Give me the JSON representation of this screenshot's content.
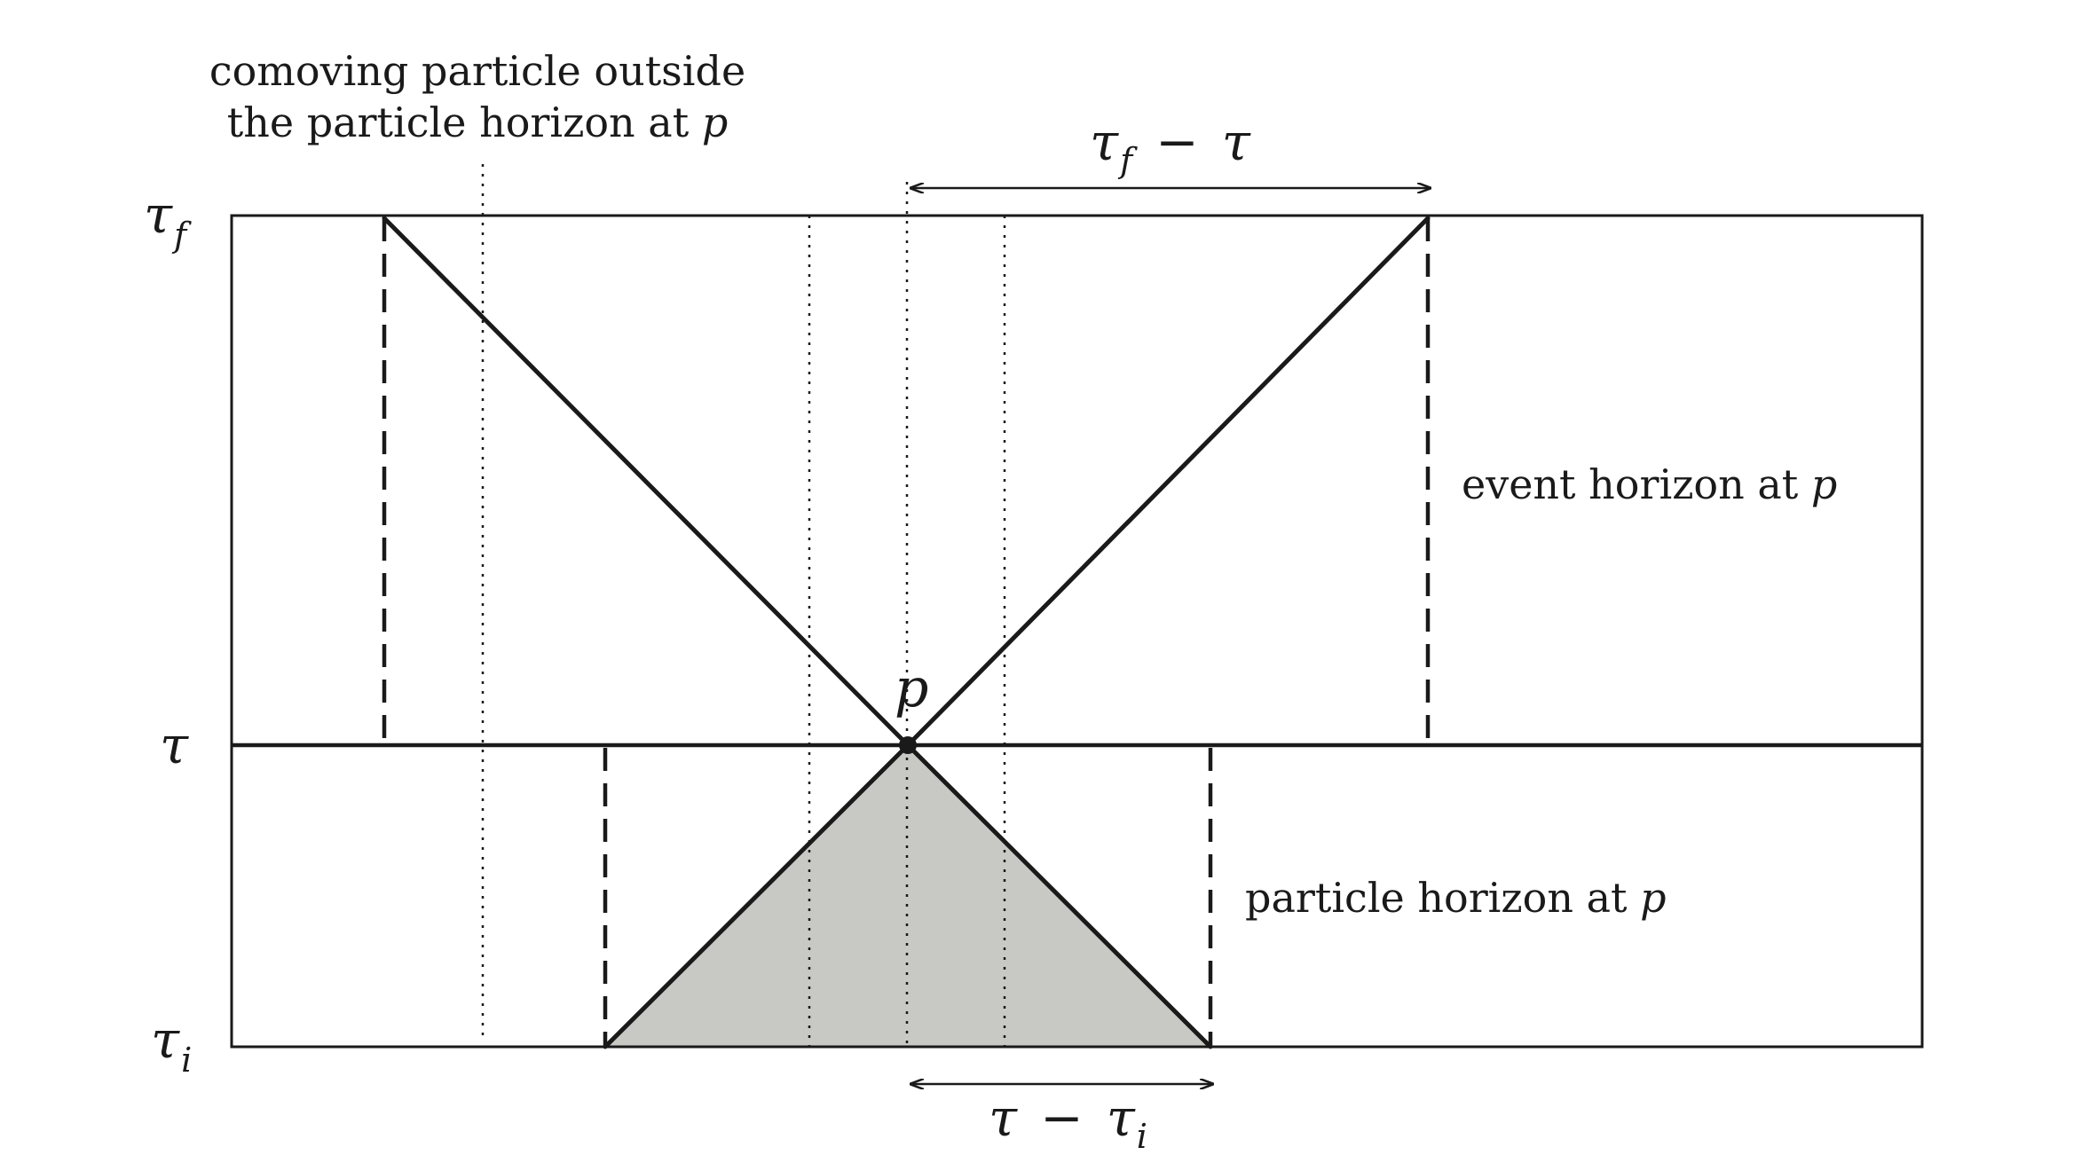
{
  "diagram": {
    "time_labels": {
      "tau_f": {
        "base": "τ",
        "sub": "f"
      },
      "tau": {
        "base": "τ"
      },
      "tau_i": {
        "base": "τ",
        "sub": "i"
      }
    },
    "point_label": "p",
    "top_interval": {
      "a": "τ",
      "a_sub": "f",
      "op": "−",
      "b": "τ"
    },
    "bottom_interval": {
      "a": "τ",
      "op": "−",
      "b": "τ",
      "b_sub": "i"
    },
    "comoving_note": {
      "line1": "comoving particle outside",
      "line2_text": "the particle horizon at ",
      "line2_var": "p"
    },
    "event_horizon": {
      "text": "event horizon at ",
      "var": "p"
    },
    "particle_horizon": {
      "text": "particle horizon at ",
      "var": "p"
    },
    "colors": {
      "stroke": "#1a1a1a",
      "shaded_region": "#c8c8c5",
      "background": "#ffffff"
    }
  }
}
